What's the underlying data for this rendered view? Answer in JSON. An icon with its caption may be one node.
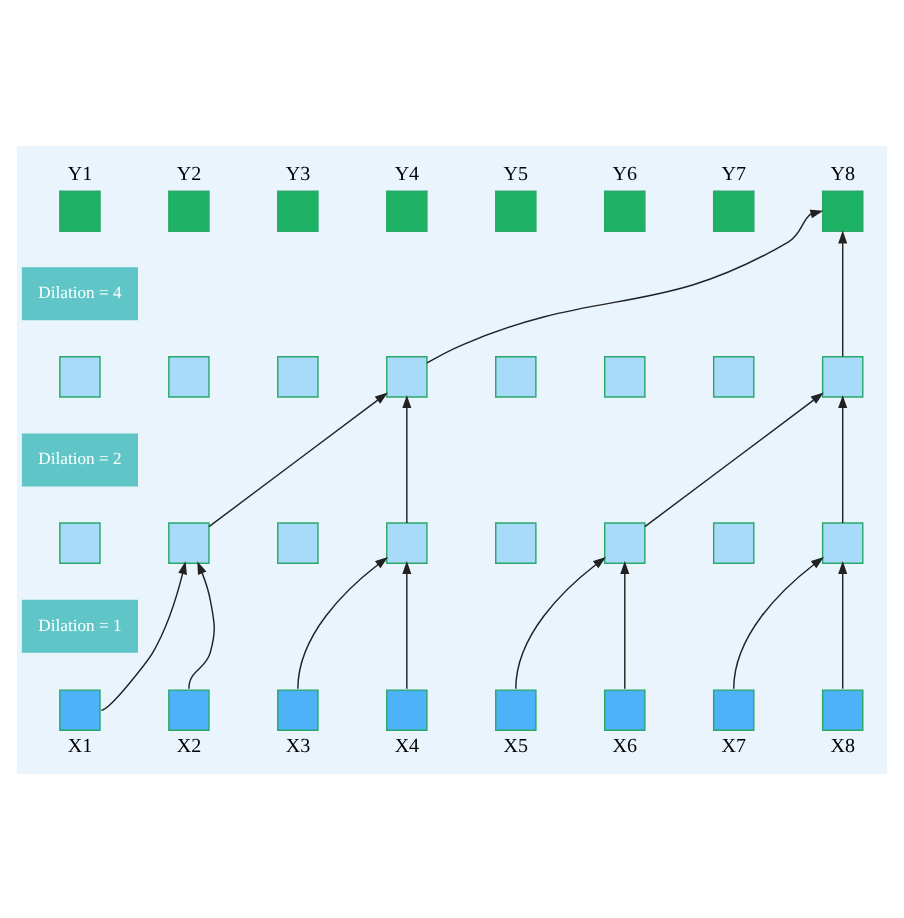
{
  "diagram": {
    "nodes": [
      {
        "text": [],
        "shape": "box",
        "beside": [
          "Y1"
        ]
      },
      {
        "text": [],
        "shape": "box",
        "beside": [
          "Y2"
        ]
      },
      {
        "text": [],
        "shape": "box",
        "beside": [
          "Y3"
        ]
      },
      {
        "text": [],
        "shape": "box",
        "beside": [
          "Y4"
        ]
      },
      {
        "text": [],
        "shape": "box",
        "beside": [
          "Y5"
        ]
      },
      {
        "text": [],
        "shape": "box",
        "beside": [
          "Y6"
        ]
      },
      {
        "text": [],
        "shape": "box",
        "beside": [
          "Y7"
        ]
      },
      {
        "text": [],
        "shape": "box",
        "beside": [
          "Y8"
        ]
      },
      {
        "text": [
          "Dilation = 4"
        ]
      },
      {
        "text": [],
        "shape": "box"
      },
      {
        "text": [],
        "shape": "box"
      },
      {
        "text": [],
        "shape": "box"
      },
      {
        "text": [],
        "shape": "box"
      },
      {
        "text": [],
        "shape": "box"
      },
      {
        "text": [],
        "shape": "box"
      },
      {
        "text": [],
        "shape": "box"
      },
      {
        "text": [],
        "shape": "box"
      },
      {
        "text": [
          "Dilation = 2"
        ]
      },
      {
        "text": [],
        "shape": "box"
      },
      {
        "text": [],
        "shape": "box"
      },
      {
        "text": [],
        "shape": "box"
      },
      {
        "text": [],
        "shape": "box"
      },
      {
        "text": [],
        "shape": "box"
      },
      {
        "text": [],
        "shape": "box"
      },
      {
        "text": [],
        "shape": "box"
      },
      {
        "text": [],
        "shape": "box"
      },
      {
        "text": [
          "Dilation = 1"
        ]
      },
      {
        "text": [],
        "shape": "box",
        "beside": [
          "X1"
        ]
      },
      {
        "text": [],
        "shape": "box",
        "beside": [
          "X2"
        ]
      },
      {
        "text": [],
        "shape": "box",
        "beside": [
          "X3"
        ]
      },
      {
        "text": [],
        "shape": "box",
        "beside": [
          "X4"
        ]
      },
      {
        "text": [],
        "shape": "box",
        "beside": [
          "X5"
        ]
      },
      {
        "text": [],
        "shape": "box",
        "beside": [
          "X6"
        ]
      },
      {
        "text": [],
        "shape": "box",
        "beside": [
          "X7"
        ]
      },
      {
        "text": [],
        "shape": "box",
        "beside": [
          "X8"
        ]
      }
    ],
    "edges": [
      {
        "from": 27,
        "to": 19,
        "arrow": "to"
      },
      {
        "from": 28,
        "to": 19,
        "arrow": "to"
      },
      {
        "from": 29,
        "to": 21,
        "arrow": "to"
      },
      {
        "from": 30,
        "to": 21,
        "arrow": "to"
      },
      {
        "from": 31,
        "to": 23,
        "arrow": "to"
      },
      {
        "from": 32,
        "to": 23,
        "arrow": "to"
      },
      {
        "from": 33,
        "to": 25,
        "arrow": "to"
      },
      {
        "from": 34,
        "to": 25,
        "arrow": "to"
      },
      {
        "from": 19,
        "to": 12,
        "arrow": "to"
      },
      {
        "from": 21,
        "to": 12,
        "arrow": "to"
      },
      {
        "from": 23,
        "to": 16,
        "arrow": "to"
      },
      {
        "from": 25,
        "to": 16,
        "arrow": "to"
      },
      {
        "from": 12,
        "to": 7,
        "arrow": "to"
      },
      {
        "from": 16,
        "to": 7,
        "arrow": "to"
      }
    ]
  }
}
